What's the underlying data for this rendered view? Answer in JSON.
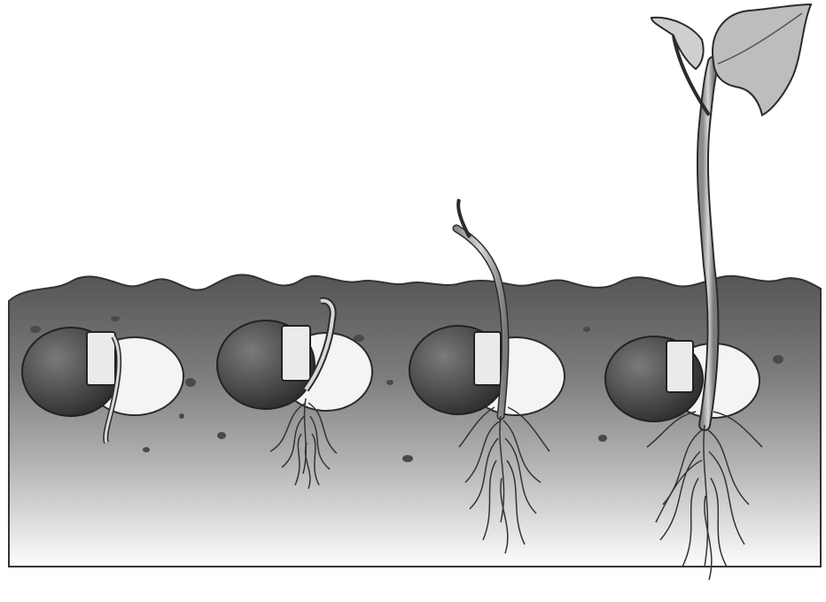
{
  "figure": {
    "subject": "bean-seed-germination-stages",
    "stage_count": 4,
    "stages": [
      {
        "id": "stage-1",
        "state": "seed-coat-splitting"
      },
      {
        "id": "stage-2",
        "state": "radicle-and-root-hairs"
      },
      {
        "id": "stage-3",
        "state": "shoot-emerged-above-soil"
      },
      {
        "id": "stage-4",
        "state": "seedling-with-leaves"
      }
    ],
    "colors": {
      "soil_dark": "#5e5e5e",
      "soil_mid": "#8d8d8d",
      "soil_light": "#e6e6e6",
      "seed_dark": "#3a3a3a",
      "seed_light": "#f4f4f4",
      "stem": "#b9b9b9",
      "outline": "#2b2b2b"
    }
  }
}
